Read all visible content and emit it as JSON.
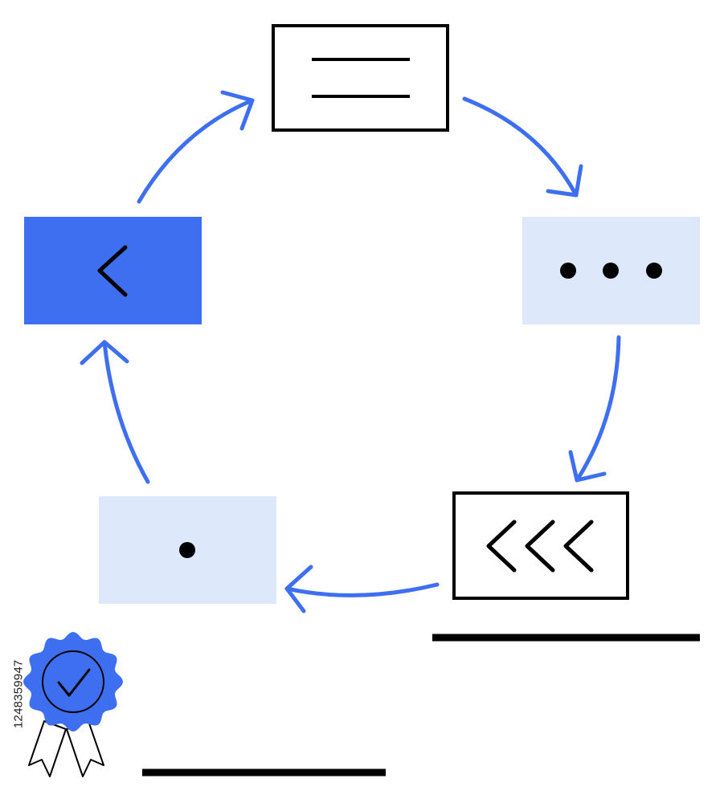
{
  "stock_id": "1248359947",
  "colors": {
    "accent": "#3d6ff0",
    "light_fill": "#dde8fb",
    "ink": "#000000",
    "white": "#ffffff"
  },
  "cycle": {
    "nodes": [
      {
        "id": "top",
        "style": "outlined",
        "icon": "two-lines-icon"
      },
      {
        "id": "right",
        "style": "light",
        "icon": "ellipsis-icon"
      },
      {
        "id": "bottom-right",
        "style": "outlined",
        "icon": "triple-chevron-left-icon"
      },
      {
        "id": "bottom-left",
        "style": "light",
        "icon": "dot-icon"
      },
      {
        "id": "left",
        "style": "accent",
        "icon": "chevron-left-icon"
      }
    ],
    "direction": "clockwise"
  },
  "decorations": {
    "badge_icon": "award-ribbon-check-icon",
    "underlines": 2
  }
}
